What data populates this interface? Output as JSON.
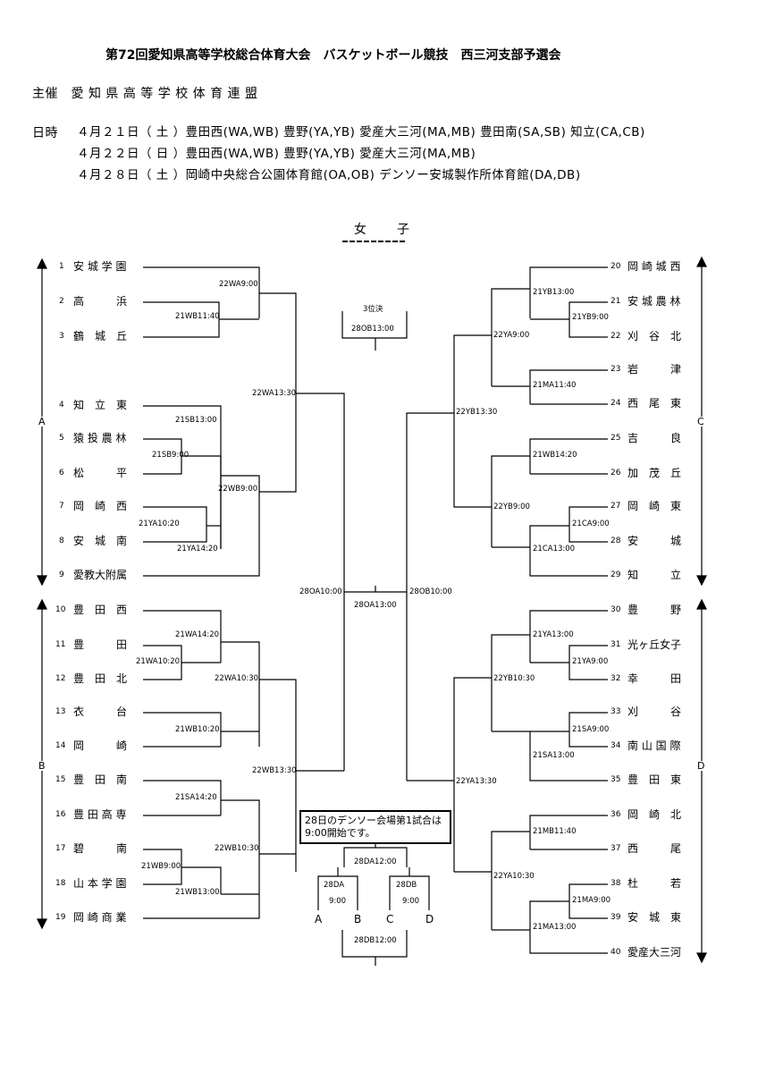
{
  "header": {
    "title": "第72回愛知県高等学校総合体育大会　バスケットボール競技　西三河支部予選会",
    "organizer": "主催　愛 知 県 高 等 学 校 体 育 連 盟",
    "date_label": "日時",
    "dates": [
      "４月２１日（ 土 ）豊田西(WA,WB)  豊野(YA,YB)  愛産大三河(MA,MB)  豊田南(SA,SB)  知立(CA,CB)",
      "４月２２日（ 日 ）豊田西(WA,WB)  豊野(YA,YB)  愛産大三河(MA,MB)",
      "４月２８日（ 土 ）岡崎中央総合公園体育館(OA,OB)  デンソー安城製作所体育館(DA,DB)"
    ]
  },
  "division": "女　子",
  "groups": [
    "A",
    "B",
    "C",
    "D"
  ],
  "teams_left": [
    {
      "n": "1",
      "name": "安 城 学 園"
    },
    {
      "n": "2",
      "name": "高　　　浜"
    },
    {
      "n": "3",
      "name": "鶴　城　丘"
    },
    {
      "n": "4",
      "name": "知　立　東"
    },
    {
      "n": "5",
      "name": "猿 投 農 林"
    },
    {
      "n": "6",
      "name": "松　　　平"
    },
    {
      "n": "7",
      "name": "岡　崎　西"
    },
    {
      "n": "8",
      "name": "安　城　南"
    },
    {
      "n": "9",
      "name": "愛教大附属"
    },
    {
      "n": "10",
      "name": "豊　田　西"
    },
    {
      "n": "11",
      "name": "豊　　　田"
    },
    {
      "n": "12",
      "name": "豊　田　北"
    },
    {
      "n": "13",
      "name": "衣　　　台"
    },
    {
      "n": "14",
      "name": "岡　　　崎"
    },
    {
      "n": "15",
      "name": "豊　田　南"
    },
    {
      "n": "16",
      "name": "豊 田 高 専"
    },
    {
      "n": "17",
      "name": "碧　　　南"
    },
    {
      "n": "18",
      "name": "山 本 学 園"
    },
    {
      "n": "19",
      "name": "岡 崎 商 業"
    }
  ],
  "teams_right": [
    {
      "n": "20",
      "name": "岡 崎 城 西"
    },
    {
      "n": "21",
      "name": "安 城 農 林"
    },
    {
      "n": "22",
      "name": "刈　谷　北"
    },
    {
      "n": "23",
      "name": "岩　　　津"
    },
    {
      "n": "24",
      "name": "西　尾　東"
    },
    {
      "n": "25",
      "name": "吉　　　良"
    },
    {
      "n": "26",
      "name": "加　茂　丘"
    },
    {
      "n": "27",
      "name": "岡　崎　東"
    },
    {
      "n": "28",
      "name": "安　　　城"
    },
    {
      "n": "29",
      "name": "知　　　立"
    },
    {
      "n": "30",
      "name": "豊　　　野"
    },
    {
      "n": "31",
      "name": "光ヶ丘女子"
    },
    {
      "n": "32",
      "name": "幸　　　田"
    },
    {
      "n": "33",
      "name": "刈　　　谷"
    },
    {
      "n": "34",
      "name": "南 山 国 際"
    },
    {
      "n": "35",
      "name": "豊　田　東"
    },
    {
      "n": "36",
      "name": "岡　崎　北"
    },
    {
      "n": "37",
      "name": "西　　　尾"
    },
    {
      "n": "38",
      "name": "杜　　　若"
    },
    {
      "n": "39",
      "name": "安　城　東"
    },
    {
      "n": "40",
      "name": "愛産大三河"
    }
  ],
  "games": {
    "g1": "22WA9:00",
    "g2": "21WB11:40",
    "g3": "22WA13:30",
    "g4": "21SB13:00",
    "g5": "21SB9:00",
    "g6": "22WB9:00",
    "g7": "21YA10:20",
    "g8": "21YA14:20",
    "g9": "28OA10:00",
    "g10": "28OA13:00",
    "g11": "21WA14:20",
    "g12": "21WA10:20",
    "g13": "22WA10:30",
    "g14": "21WB10:20",
    "g15": "22WB13:30",
    "g16": "21SA14:20",
    "g17": "22WB10:30",
    "g18": "21WB9:00",
    "g19": "21WB13:00",
    "g20": "21YB13:00",
    "g21": "21YB9:00",
    "g22": "22YA9:00",
    "g23": "21MA11:40",
    "g24": "22YB13:30",
    "g25": "21WB14:20",
    "g26": "22YB9:00",
    "g27": "21CA9:00",
    "g28": "21CA13:00",
    "g29": "28OB10:00",
    "g30": "21YA13:00",
    "g31": "21YA9:00",
    "g32": "22YB10:30",
    "g33": "21SA9:00",
    "g34": "21SA13:00",
    "g35": "22YA13:30",
    "g36": "21MB11:40",
    "g37": "22YA10:30",
    "g38": "21MA9:00",
    "g39": "21MA13:00"
  },
  "third_place": {
    "label": "3位決",
    "game": "28OB13:00"
  },
  "note": "28日のデンソー会場第1試合は9:00開始です。",
  "denso": {
    "top": "28DA12:00",
    "bottom": "28DB12:00",
    "da": "28DA",
    "da_time": "9:00",
    "db": "28DB",
    "db_time": "9:00",
    "labels": [
      "A",
      "B",
      "C",
      "D"
    ]
  }
}
